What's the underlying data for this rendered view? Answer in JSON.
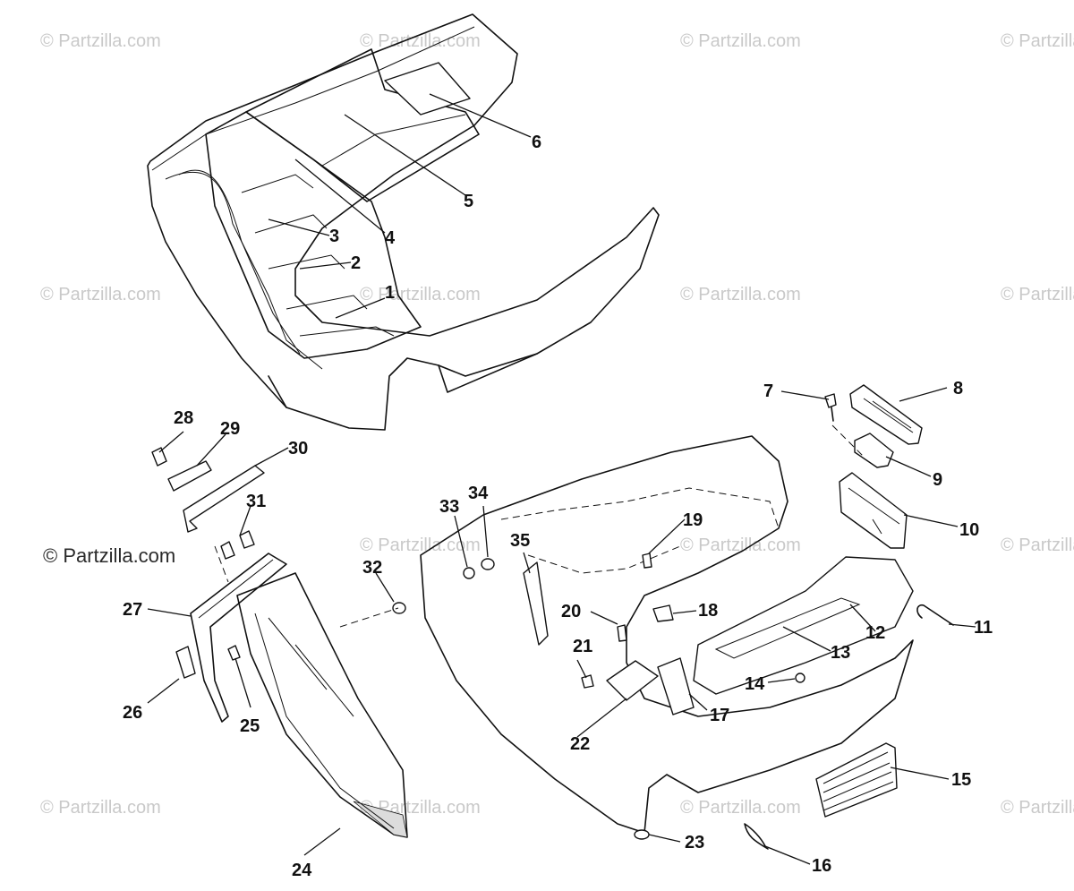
{
  "watermarks": [
    "© Partzilla.com",
    "© Partzilla.com",
    "© Partzilla.com",
    "© Partzilla.com",
    "© Partzilla.com",
    "© Partzilla.com",
    "© Partzilla.com",
    "© Partzilla.com",
    "© Partzilla.com",
    "© Partzilla.com",
    "© Partzilla.com",
    "© Partzilla.com",
    "© Partzilla.com",
    "© Partzilla.com",
    "© Partzilla.com",
    "© Partzilla.com"
  ],
  "watermark_prominent": "© Partzilla.com",
  "callouts": [
    "1",
    "2",
    "3",
    "4",
    "5",
    "6",
    "7",
    "8",
    "9",
    "10",
    "11",
    "12",
    "13",
    "14",
    "15",
    "16",
    "17",
    "18",
    "19",
    "20",
    "21",
    "22",
    "23",
    "24",
    "25",
    "26",
    "27",
    "28",
    "29",
    "30",
    "31",
    "32",
    "33",
    "34",
    "35"
  ]
}
